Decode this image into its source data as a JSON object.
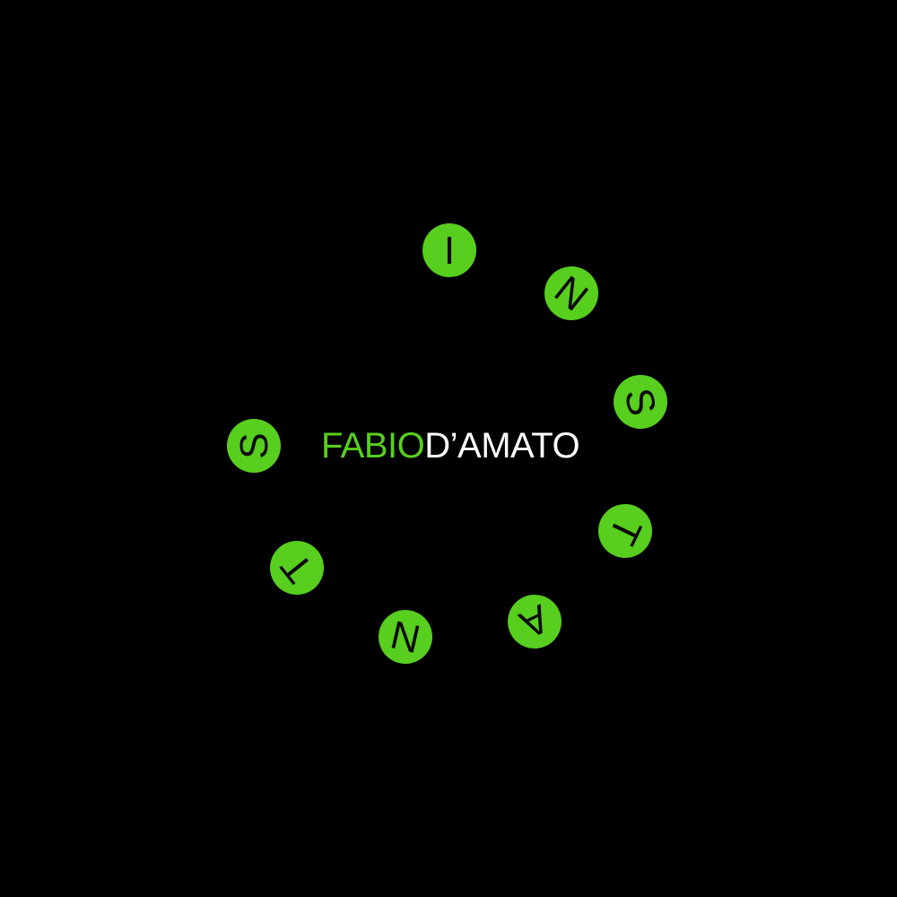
{
  "background_color": "#000000",
  "artist": {
    "first_name": "FABIO",
    "last_name": "D’AMATO",
    "first_name_color": "#58CE1F",
    "last_name_color": "#FFFFFF"
  },
  "ring": {
    "word": "INSTANTS",
    "dot_color": "#58CE1F",
    "letter_color": "#0B0B0B",
    "letters": [
      {
        "char": "I",
        "angle_deg": 0
      },
      {
        "char": "N",
        "angle_deg": 38.57
      },
      {
        "char": "S",
        "angle_deg": 77.14
      },
      {
        "char": "T",
        "angle_deg": 115.71
      },
      {
        "char": "A",
        "angle_deg": 154.29
      },
      {
        "char": "N",
        "angle_deg": 192.86
      },
      {
        "char": "T",
        "angle_deg": 231.43
      },
      {
        "char": "S",
        "angle_deg": 270
      }
    ]
  }
}
